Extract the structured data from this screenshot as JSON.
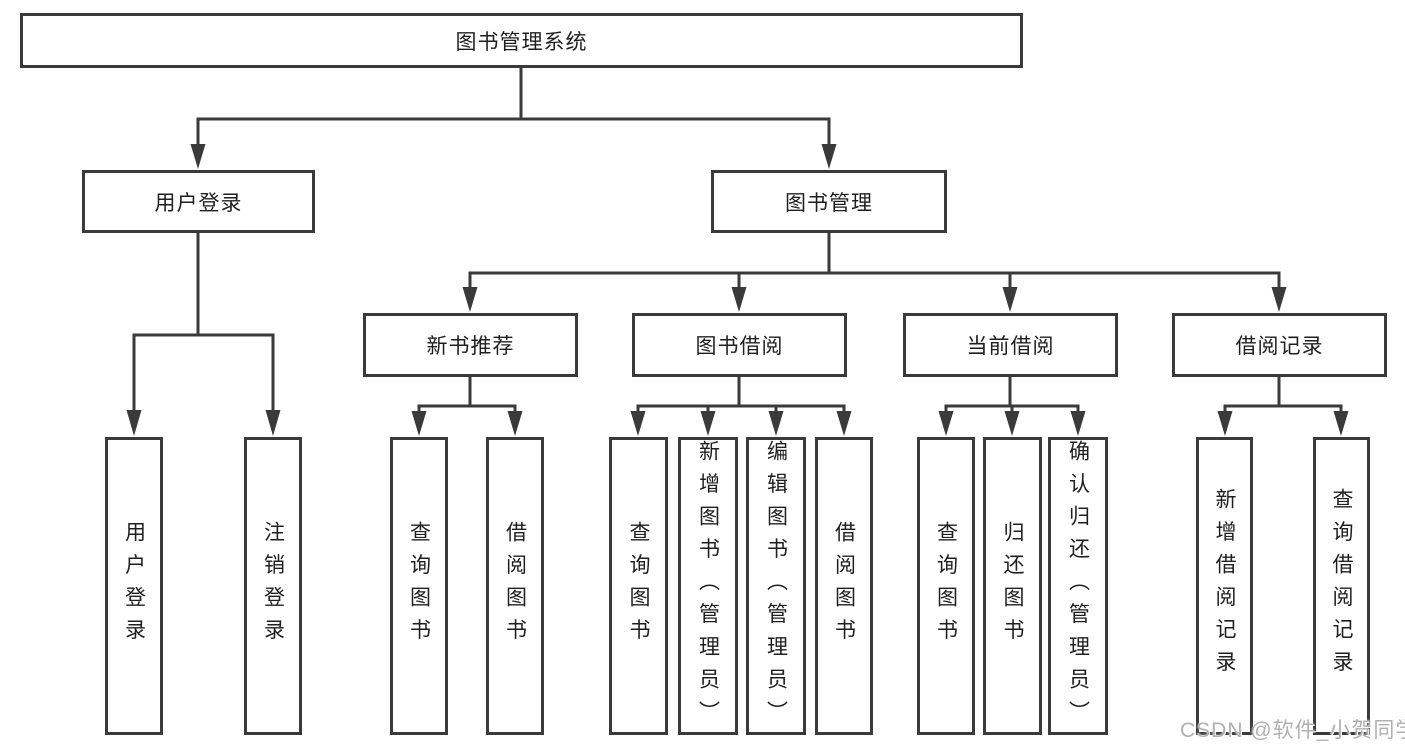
{
  "colors": {
    "line": "#3a3a3a",
    "box-border": "#3a3a3a",
    "text": "#1f1f1f",
    "watermark": "#b0b0b0"
  },
  "tree": {
    "title": "图书管理系统",
    "children": [
      {
        "label": "用户登录",
        "children": [
          {
            "label": "用户登录"
          },
          {
            "label": "注销登录"
          }
        ]
      },
      {
        "label": "图书管理",
        "children": [
          {
            "label": "新书推荐",
            "children": [
              {
                "label": "查询图书"
              },
              {
                "label": "借阅图书"
              }
            ]
          },
          {
            "label": "图书借阅",
            "children": [
              {
                "label": "查询图书"
              },
              {
                "label": "新增图书（管理员）"
              },
              {
                "label": "编辑图书（管理员）"
              },
              {
                "label": "借阅图书"
              }
            ]
          },
          {
            "label": "当前借阅",
            "children": [
              {
                "label": "查询图书"
              },
              {
                "label": "归还图书"
              },
              {
                "label": "确认归还（管理员）"
              }
            ]
          },
          {
            "label": "借阅记录",
            "children": [
              {
                "label": "新增借阅记录"
              },
              {
                "label": "查询借阅记录"
              }
            ]
          }
        ]
      }
    ]
  },
  "watermark": "CSDN @软件_小贺同学"
}
